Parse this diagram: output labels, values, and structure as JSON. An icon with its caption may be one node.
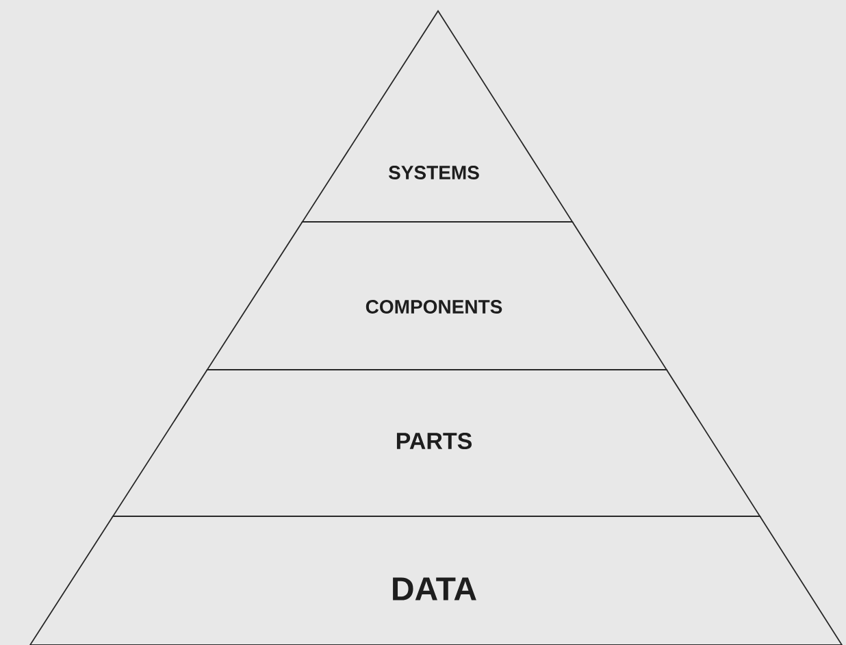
{
  "diagram": {
    "nodes": [
      {
        "text": [
          "SYSTEMS"
        ]
      },
      {
        "text": [
          "COMPONENTS"
        ]
      },
      {
        "text": [
          "PARTS"
        ]
      },
      {
        "text": [
          "DATA"
        ]
      }
    ]
  }
}
